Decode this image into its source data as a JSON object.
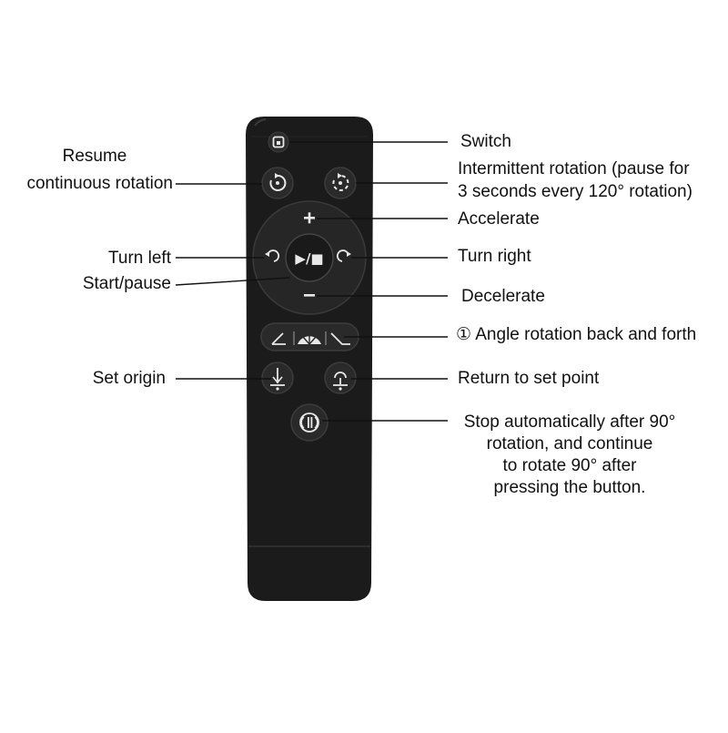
{
  "colors": {
    "background": "#ffffff",
    "remote_body": "#1b1b1b",
    "button": "#2a2a2a",
    "button_ring": "#3c3c3c",
    "icon": "#e8e8e8",
    "text": "#111111",
    "leader_line": "#111111"
  },
  "buttons": {
    "switch": {
      "icon": "power-box-icon"
    },
    "resume": {
      "icon": "rotate-continuous-icon"
    },
    "intermittent": {
      "icon": "rotate-intermittent-icon"
    },
    "accelerate": {
      "icon": "plus-icon"
    },
    "decelerate": {
      "icon": "minus-icon"
    },
    "turn_left": {
      "icon": "rotate-left-icon"
    },
    "turn_right": {
      "icon": "rotate-right-icon"
    },
    "start_pause": {
      "icon": "play-pause-icon",
      "glyph": "▶/■"
    },
    "angle": {
      "icons": [
        "angle-left-icon",
        "fan-icon",
        "angle-right-icon"
      ]
    },
    "set_origin": {
      "icon": "anchor-down-icon"
    },
    "return_point": {
      "icon": "anchor-up-icon"
    },
    "stop_90": {
      "icon": "stop-circle-icon"
    }
  },
  "labels": {
    "resume": [
      "Resume",
      "continuous rotation"
    ],
    "switch": "Switch",
    "intermittent": [
      "Intermittent rotation (pause for",
      "3 seconds every 120° rotation)"
    ],
    "accelerate": "Accelerate",
    "turn_left": "Turn left",
    "turn_right": "Turn right",
    "start_pause": "Start/pause",
    "decelerate": "Decelerate",
    "angle": "① Angle rotation back and forth",
    "set_origin": "Set origin",
    "return_point": "Return to set point",
    "stop_90": [
      "Stop automatically after 90°",
      "rotation, and continue",
      "to rotate 90° after",
      "pressing the button."
    ]
  }
}
